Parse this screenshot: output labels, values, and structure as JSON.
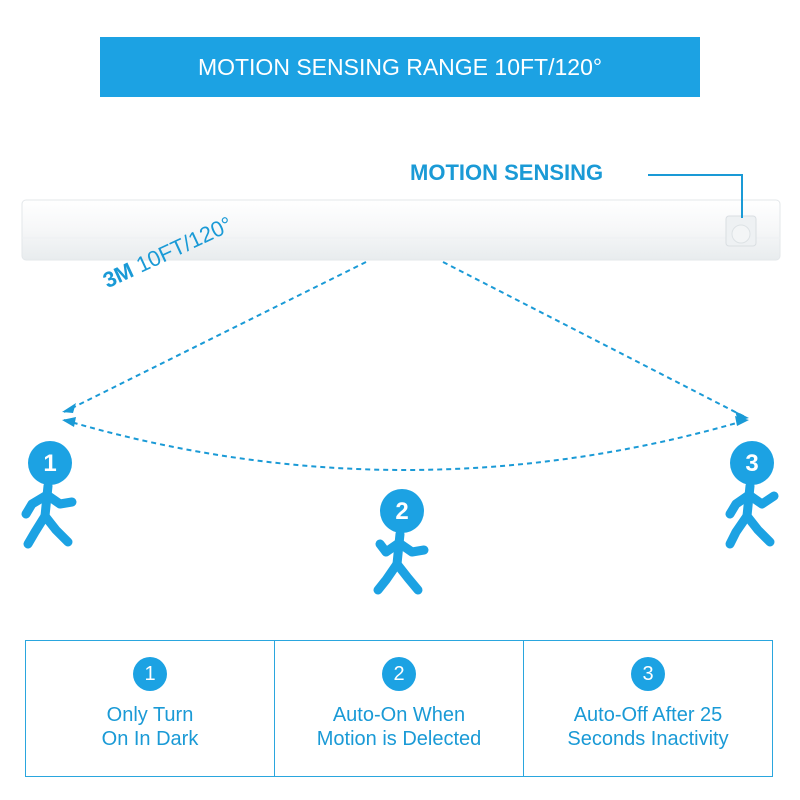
{
  "banner": {
    "title": "MOTION SENSING RANGE 10FT/120°"
  },
  "sensor": {
    "label": "MOTION SENSING"
  },
  "range": {
    "distance": "3M",
    "spec": "10FT/120°"
  },
  "figures": [
    {
      "number": "1"
    },
    {
      "number": "2"
    },
    {
      "number": "3"
    }
  ],
  "features": [
    {
      "number": "1",
      "line1": "Only Turn",
      "line2": "On In Dark"
    },
    {
      "number": "2",
      "line1": "Auto-On When",
      "line2": "Motion is Delected"
    },
    {
      "number": "3",
      "line1": "Auto-Off After 25",
      "line2": "Seconds Inactivity"
    }
  ],
  "colors": {
    "accent": "#1ca2e3",
    "text": "#1a9ad6",
    "bar": "#f4f6f7"
  }
}
